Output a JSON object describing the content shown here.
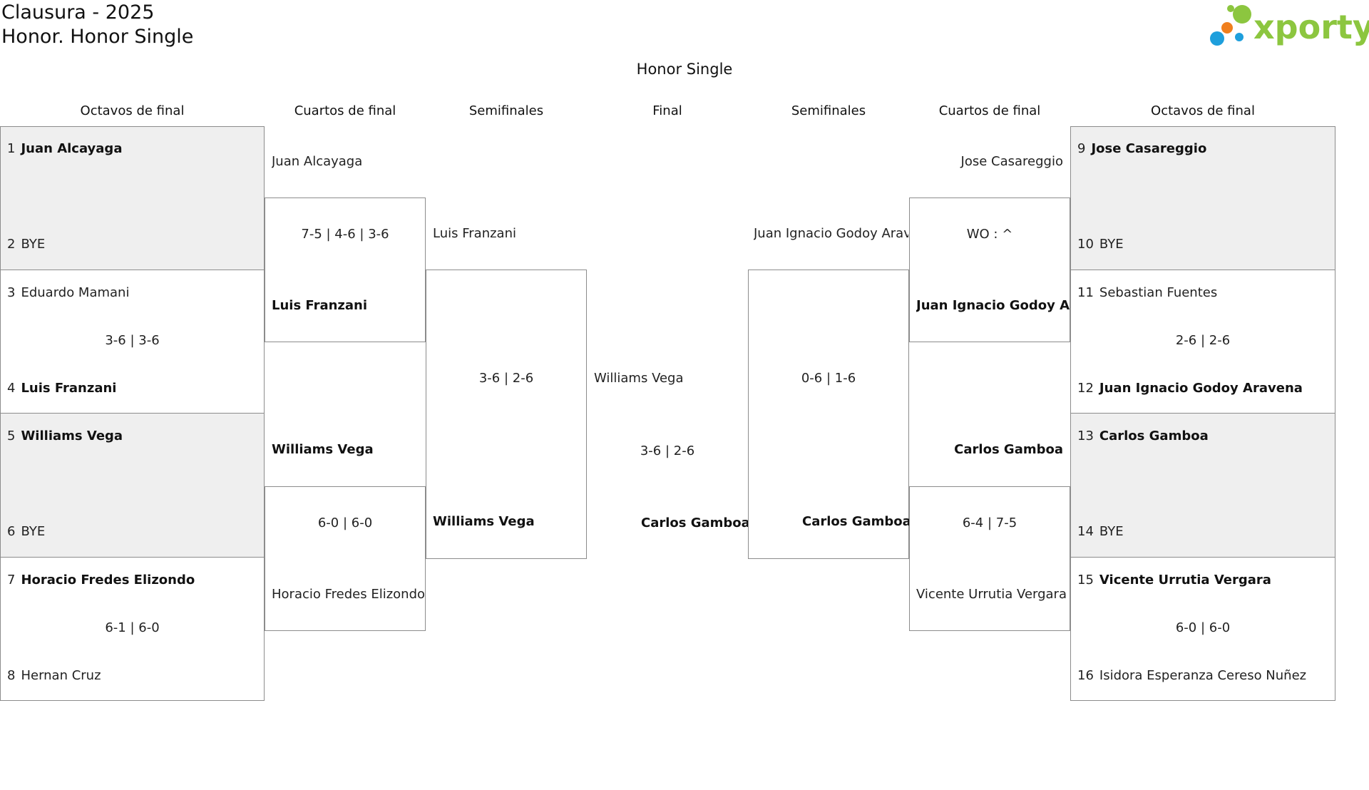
{
  "header": {
    "line1": "Clausura - 2025",
    "line2": "Honor. Honor Single",
    "center_title": "Honor Single",
    "logo_text": "xporty"
  },
  "rounds": {
    "left": [
      "Octavos de final",
      "Cuartos de final",
      "Semifinales"
    ],
    "final": "Final",
    "right": [
      "Semifinales",
      "Cuartos de final",
      "Octavos de final"
    ]
  },
  "r16": {
    "left": [
      {
        "p1": {
          "seed": "1",
          "name": "Juan Alcayaga",
          "win": true
        },
        "p2": {
          "seed": "2",
          "name": "BYE",
          "win": false
        },
        "score": "",
        "shaded": true
      },
      {
        "p1": {
          "seed": "3",
          "name": "Eduardo Mamani",
          "win": false
        },
        "p2": {
          "seed": "4",
          "name": "Luis Franzani",
          "win": true
        },
        "score": "3-6 | 3-6",
        "shaded": false
      },
      {
        "p1": {
          "seed": "5",
          "name": "Williams Vega",
          "win": true
        },
        "p2": {
          "seed": "6",
          "name": "BYE",
          "win": false
        },
        "score": "",
        "shaded": true
      },
      {
        "p1": {
          "seed": "7",
          "name": "Horacio Fredes Elizondo",
          "win": true
        },
        "p2": {
          "seed": "8",
          "name": "Hernan Cruz",
          "win": false
        },
        "score": "6-1 | 6-0",
        "shaded": false
      }
    ],
    "right": [
      {
        "p1": {
          "seed": "9",
          "name": "Jose Casareggio",
          "win": true
        },
        "p2": {
          "seed": "10",
          "name": "BYE",
          "win": false
        },
        "score": "",
        "shaded": true
      },
      {
        "p1": {
          "seed": "11",
          "name": "Sebastian Fuentes",
          "win": false
        },
        "p2": {
          "seed": "12",
          "name": "Juan Ignacio Godoy Aravena",
          "win": true
        },
        "score": "2-6 | 2-6",
        "shaded": false
      },
      {
        "p1": {
          "seed": "13",
          "name": "Carlos Gamboa",
          "win": true
        },
        "p2": {
          "seed": "14",
          "name": "BYE",
          "win": false
        },
        "score": "",
        "shaded": true
      },
      {
        "p1": {
          "seed": "15",
          "name": "Vicente Urrutia Vergara",
          "win": true
        },
        "p2": {
          "seed": "16",
          "name": "Isidora Esperanza Cereso Nuñez",
          "win": false
        },
        "score": "6-0 | 6-0",
        "shaded": false
      }
    ]
  },
  "qf": {
    "left": [
      {
        "p1": {
          "name": "Juan Alcayaga",
          "win": false
        },
        "p2": {
          "name": "Luis Franzani",
          "win": true
        },
        "score": "7-5 | 4-6 | 3-6"
      },
      {
        "p1": {
          "name": "Williams Vega",
          "win": true
        },
        "p2": {
          "name": "Horacio Fredes Elizondo",
          "win": false
        },
        "score": "6-0 | 6-0"
      }
    ],
    "right": [
      {
        "p1": {
          "name": "Jose Casareggio",
          "win": false
        },
        "p2": {
          "name": "Juan Ignacio Godoy Aravena",
          "win": true
        },
        "score": "WO : ^"
      },
      {
        "p1": {
          "name": "Carlos Gamboa",
          "win": true
        },
        "p2": {
          "name": "Vicente Urrutia Vergara",
          "win": false
        },
        "score": "6-4 | 7-5"
      }
    ]
  },
  "sf": {
    "left": {
      "p1": {
        "name": "Luis Franzani",
        "win": false
      },
      "p2": {
        "name": "Williams Vega",
        "win": true
      },
      "score": "3-6 | 2-6"
    },
    "right": {
      "p1": {
        "name": "Juan Ignacio Godoy Aravena",
        "win": false
      },
      "p2": {
        "name": "Carlos Gamboa",
        "win": true
      },
      "score": "0-6 | 1-6"
    }
  },
  "final": {
    "p1": {
      "name": "Williams Vega",
      "win": false
    },
    "p2": {
      "name": "Carlos Gamboa",
      "win": true
    },
    "score": "3-6 | 2-6"
  },
  "colors": {
    "shade": "#efefef",
    "border": "#8c8c8c",
    "logo_green": "#8cc63f",
    "logo_blue": "#1e9fdc",
    "logo_orange": "#f07f1e"
  }
}
